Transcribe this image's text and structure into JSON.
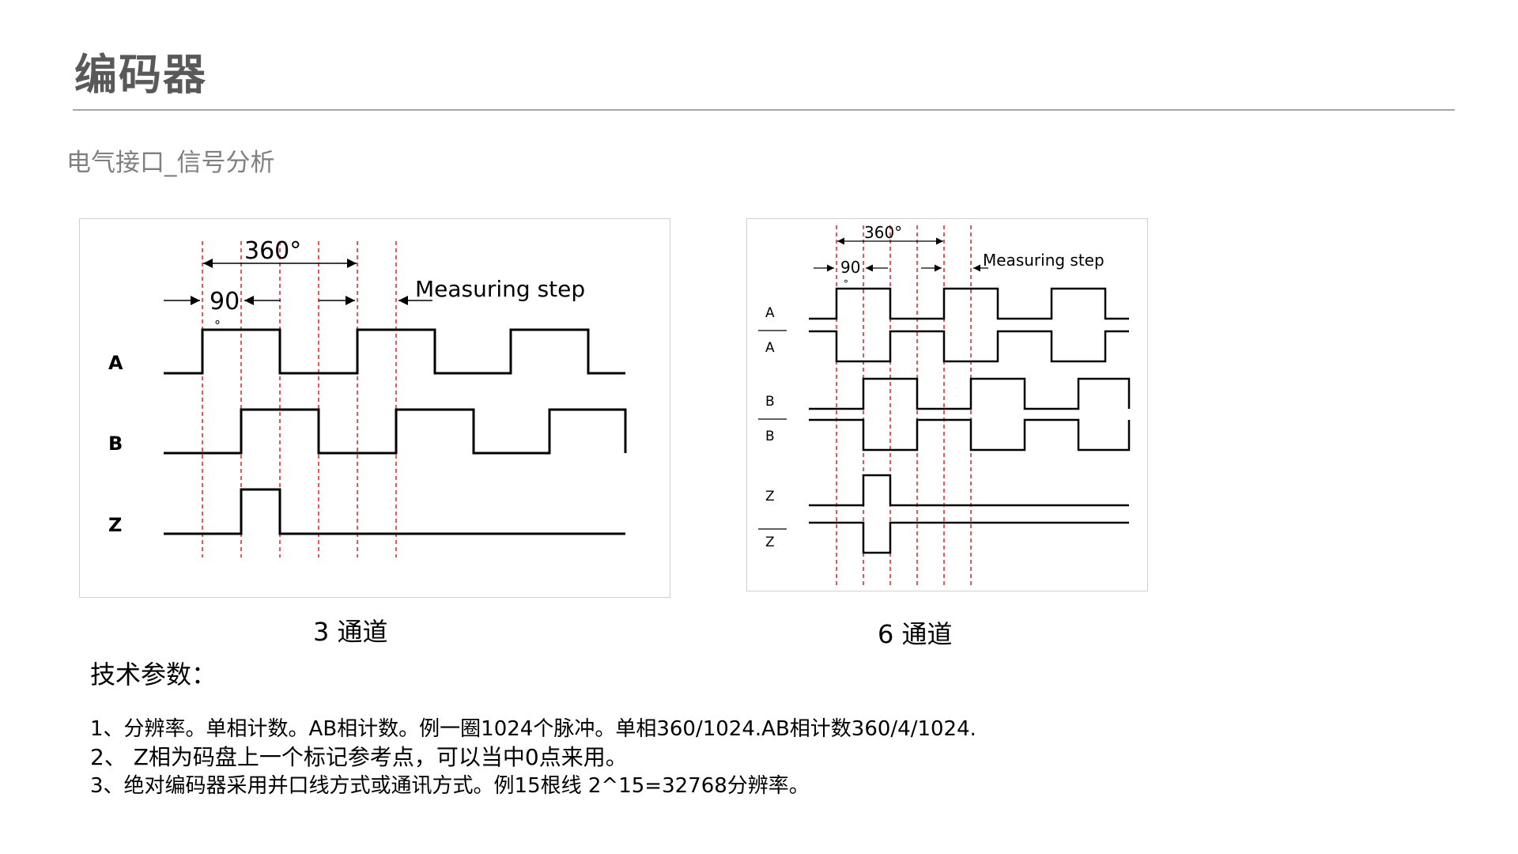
{
  "page": {
    "title": "编码器",
    "subtitle": "电气接口_信号分析"
  },
  "diagram_3ch": {
    "label_360": "360°",
    "label_90": "90",
    "label_degree_mark": "°",
    "label_step": "Measuring step",
    "channels": [
      "A",
      "B",
      "Z"
    ],
    "caption": "3 通道",
    "line_color": "#000000",
    "guide_color": "#e02020"
  },
  "diagram_6ch": {
    "label_360": "360°",
    "label_90": "90",
    "label_degree_mark": "°",
    "label_step": "Measuring step",
    "channels": [
      "A",
      "A",
      "B",
      "B",
      "Z",
      "Z"
    ],
    "caption": "6 通道",
    "line_color": "#000000",
    "guide_color": "#e02020"
  },
  "params": {
    "heading": "技术参数：",
    "items": [
      "1、分辨率。单相计数。AB相计数。例一圈1024个脉冲。单相360/1024.AB相计数360/4/1024.",
      "2、 Z相为码盘上一个标记参考点，可以当中0点来用。",
      "3、绝对编码器采用并口线方式或通讯方式。例15根线 2^15=32768分辨率。"
    ]
  }
}
